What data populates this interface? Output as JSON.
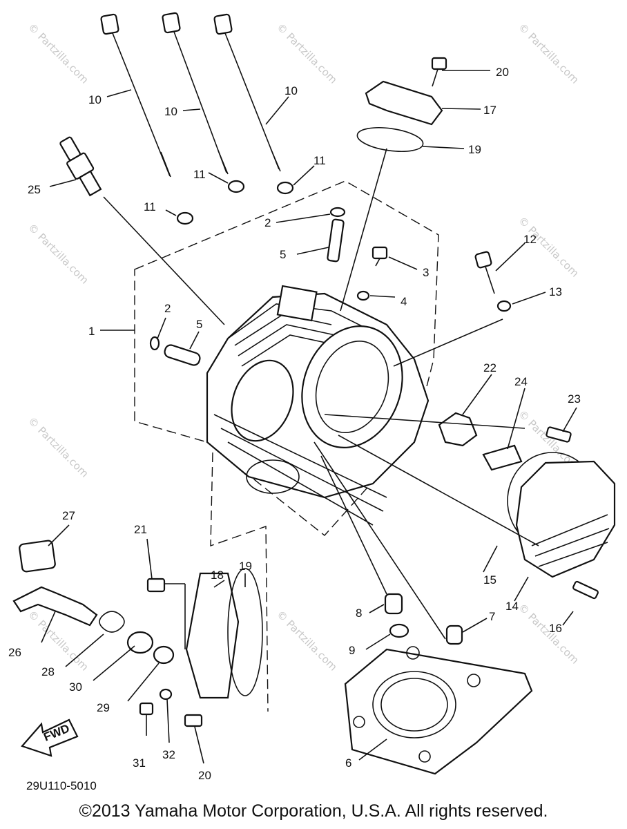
{
  "diagram": {
    "watermark": "© Partzilla.com",
    "diagram_code": "29U110-5010",
    "fwd_label": "FWD",
    "copyright": "©2013 Yamaha Motor Corporation, U.S.A. All rights reserved.",
    "callouts": {
      "c1": "1",
      "c2a": "2",
      "c2b": "2",
      "c3": "3",
      "c4": "4",
      "c5a": "5",
      "c5b": "5",
      "c6": "6",
      "c7": "7",
      "c8": "8",
      "c9": "9",
      "c10a": "10",
      "c10b": "10",
      "c10c": "10",
      "c11a": "11",
      "c11b": "11",
      "c11c": "11",
      "c12": "12",
      "c13": "13",
      "c14": "14",
      "c15": "15",
      "c16": "16",
      "c17": "17",
      "c18": "18",
      "c19a": "19",
      "c19b": "19",
      "c20a": "20",
      "c20b": "20",
      "c21": "21",
      "c22": "22",
      "c23": "23",
      "c24": "24",
      "c25": "25",
      "c26": "26",
      "c27": "27",
      "c28": "28",
      "c29": "29",
      "c30": "30",
      "c31": "31",
      "c32": "32"
    }
  }
}
